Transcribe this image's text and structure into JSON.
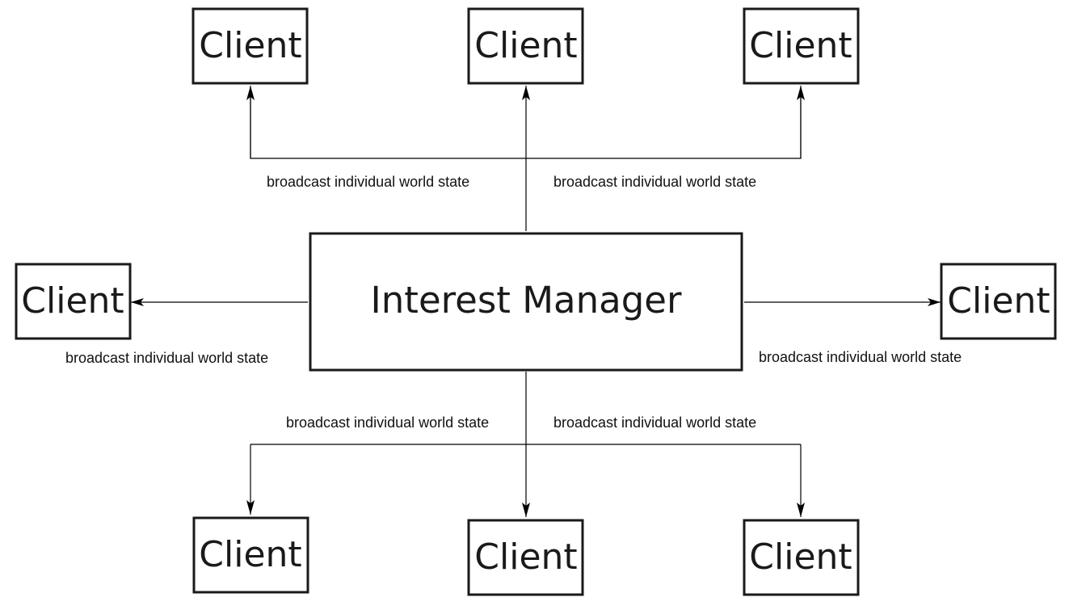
{
  "nodes": {
    "manager": "Interest Manager",
    "client_top_left": "Client",
    "client_top_center": "Client",
    "client_top_right": "Client",
    "client_left": "Client",
    "client_right": "Client",
    "client_bottom_left": "Client",
    "client_bottom_center": "Client",
    "client_bottom_right": "Client"
  },
  "edges": {
    "top_left": "broadcast individual world state",
    "top_right": "broadcast individual world state",
    "left": "broadcast individual world state",
    "right": "broadcast individual world state",
    "bottom_left": "broadcast individual world state",
    "bottom_right": "broadcast individual world state"
  },
  "colors": {
    "stroke": "#1a1a1a",
    "background": "#ffffff"
  }
}
